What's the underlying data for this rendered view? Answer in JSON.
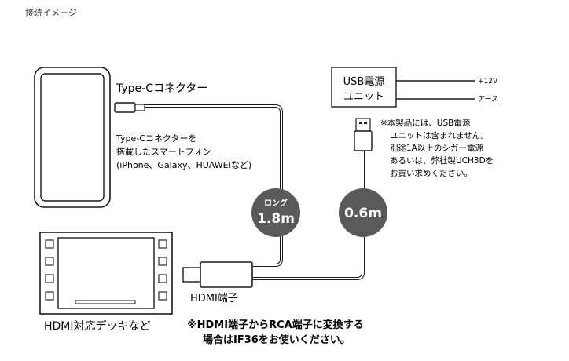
{
  "page": {
    "heading": "接続イメージ"
  },
  "labels": {
    "type_c_connector": "Type-Cコネクター",
    "phone_desc": [
      "Type-Cコネクターを",
      "搭載したスマートフォン",
      "(iPhone、Galaxy、HUAWEIなど)"
    ],
    "usb_power_unit": [
      "USB電源",
      "ユニット"
    ],
    "plus_12v": "+12V",
    "earth": "アース",
    "usb_note": [
      "※本製品には、USB電源",
      "ユニットは含まれません。",
      "別途1A以上のシガー電源",
      "あるいは、弊社製UCH3Dを",
      "お買い求めください。"
    ],
    "long_tag": "ロング",
    "cable_long_length": "1.8m",
    "cable_short_length": "0.6m",
    "hdmi_terminal": "HDMI端子",
    "hdmi_device": "HDMI対応デッキなど",
    "rca_note": [
      "※HDMI端子からRCA端子に変換する",
      "場合はIF36をお使いください。"
    ]
  },
  "colors": {
    "line": "#1a1a1a",
    "cable": "#9a9a9a",
    "badge": "#5a5a5a",
    "badge_text": "#ffffff"
  }
}
